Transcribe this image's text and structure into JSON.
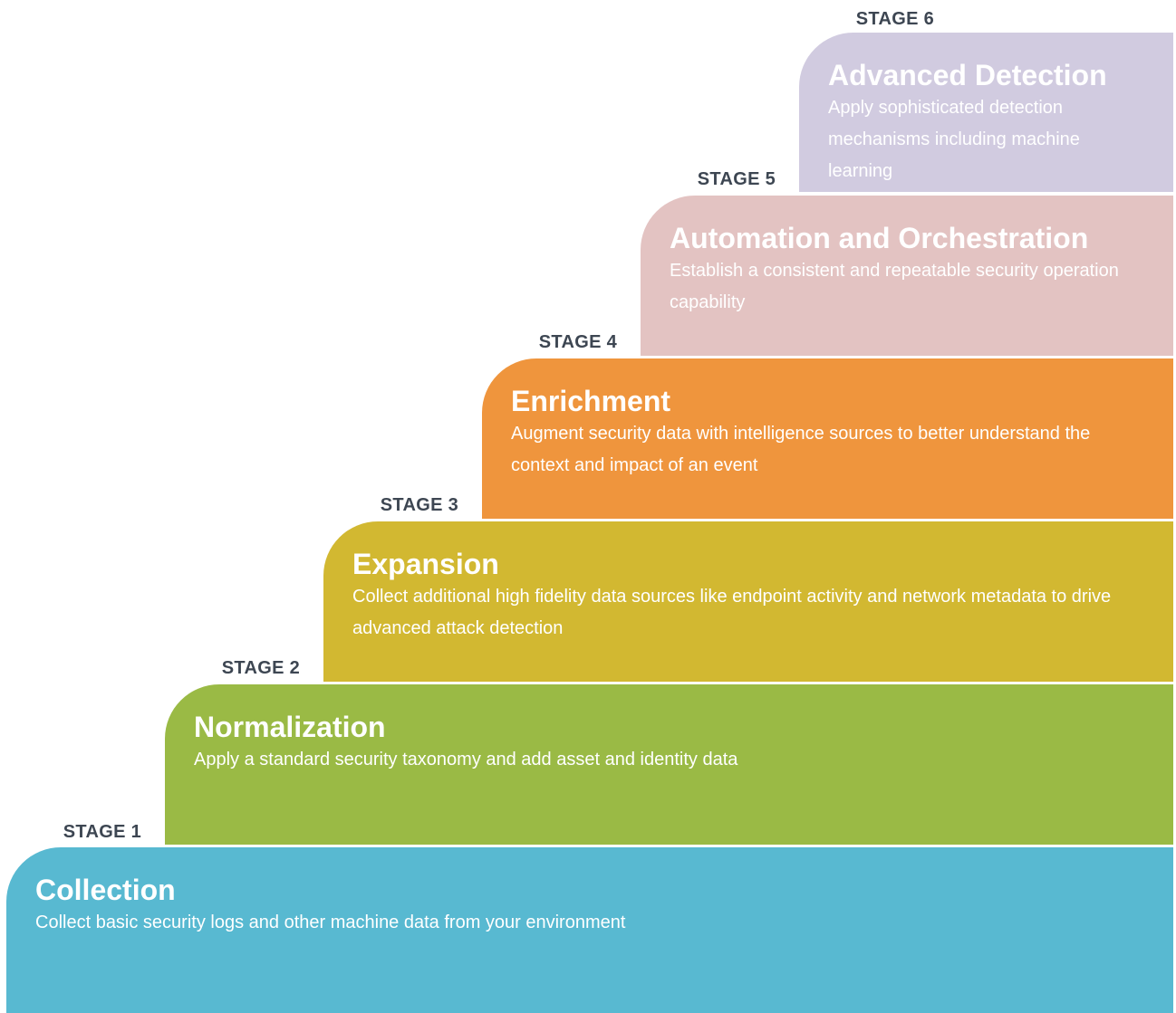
{
  "stages": [
    {
      "label": "STAGE 1",
      "title": "Collection",
      "description": "Collect basic security logs and other machine data from your environment",
      "color": "#58b9d1"
    },
    {
      "label": "STAGE 2",
      "title": "Normalization",
      "description": "Apply a standard security taxonomy and add asset and identity data",
      "color": "#9aba45"
    },
    {
      "label": "STAGE 3",
      "title": "Expansion",
      "description": "Collect additional high fidelity data sources like endpoint activity and network metadata to drive advanced attack detection",
      "color": "#d2b831"
    },
    {
      "label": "STAGE 4",
      "title": "Enrichment",
      "description": "Augment security data with intelligence sources to better understand the context and impact of an event",
      "color": "#ef953d"
    },
    {
      "label": "STAGE 5",
      "title": "Automation and Orchestration",
      "description": "Establish a consistent and repeatable security operation capability",
      "color": "#e3c3c2"
    },
    {
      "label": "STAGE 6",
      "title": "Advanced Detection",
      "description": "Apply sophisticated detection mechanisms including machine learning",
      "color": "#d1cbe0"
    }
  ]
}
